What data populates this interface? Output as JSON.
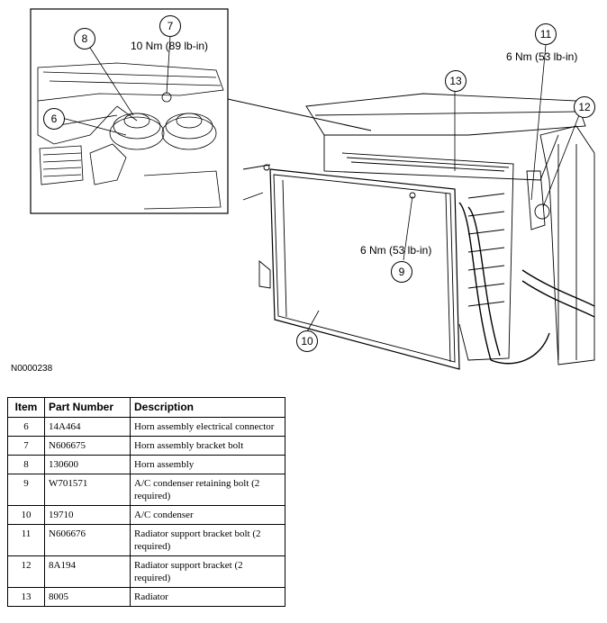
{
  "figure": {
    "id": "N0000238",
    "callouts": [
      "6",
      "7",
      "8",
      "9",
      "10",
      "11",
      "12",
      "13"
    ],
    "torques": {
      "c7": "10 Nm (89 lb-in)",
      "c11": "6 Nm (53 lb-in)",
      "c9": "6 Nm (53 lb-in)"
    }
  },
  "table": {
    "headers": [
      "Item",
      "Part Number",
      "Description"
    ],
    "rows": [
      {
        "item": "6",
        "part": "14A464",
        "desc": "Horn assembly electrical connector"
      },
      {
        "item": "7",
        "part": "N606675",
        "desc": "Horn assembly bracket bolt"
      },
      {
        "item": "8",
        "part": "130600",
        "desc": "Horn assembly"
      },
      {
        "item": "9",
        "part": "W701571",
        "desc": "A/C condenser retaining bolt (2 required)"
      },
      {
        "item": "10",
        "part": "19710",
        "desc": "A/C condenser"
      },
      {
        "item": "11",
        "part": "N606676",
        "desc": "Radiator support bracket bolt (2 required)"
      },
      {
        "item": "12",
        "part": "8A194",
        "desc": "Radiator support bracket (2 required)"
      },
      {
        "item": "13",
        "part": "8005",
        "desc": "Radiator"
      }
    ]
  }
}
